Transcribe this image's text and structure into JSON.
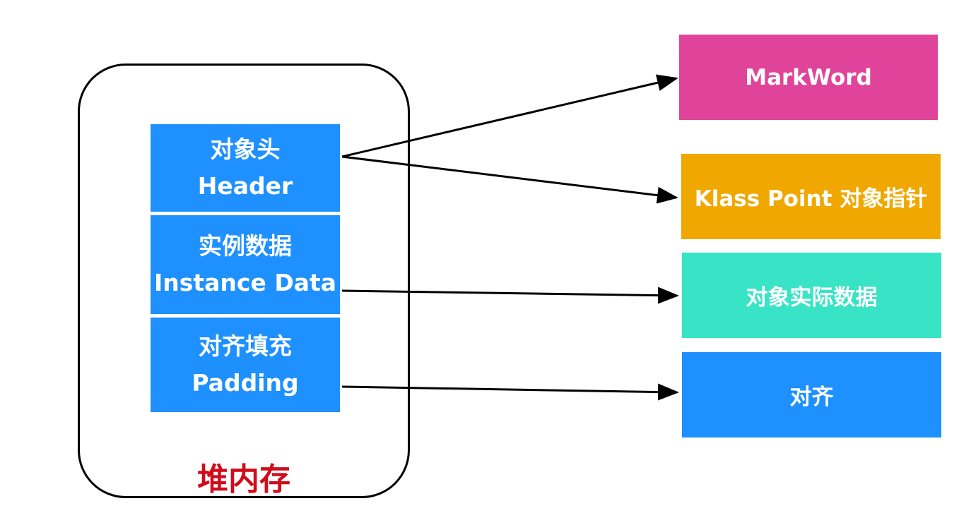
{
  "heap": {
    "label": "堆内存"
  },
  "object_layout": {
    "header": {
      "cn": "对象头",
      "en": "Header"
    },
    "instance_data": {
      "cn": "实例数据",
      "en": "Instance Data"
    },
    "padding": {
      "cn": "对齐填充",
      "en": "Padding"
    }
  },
  "targets": {
    "markword": "MarkWord",
    "klass_point": "Klass Point 对象指针",
    "actual_data": "对象实际数据",
    "alignment": "对齐"
  },
  "colors": {
    "section_blue": "#1e90ff",
    "markword_pink": "#e0449a",
    "klass_orange": "#f0a800",
    "data_teal": "#38e4c5",
    "align_blue": "#1e90ff",
    "heap_label_red": "#d10b1a"
  }
}
